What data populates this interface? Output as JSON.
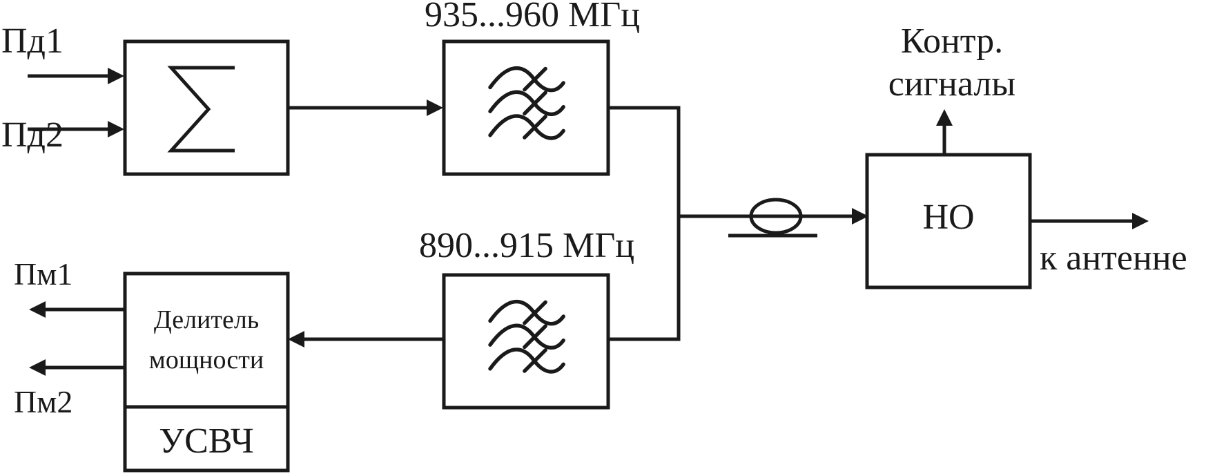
{
  "inputs": {
    "pd1": "Пд1",
    "pd2": "Пд2"
  },
  "outputs": {
    "pm1": "Пм1",
    "pm2": "Пм2"
  },
  "filters": {
    "tx_band": "935...960 МГц",
    "rx_band": "890...915 МГц"
  },
  "splitter": {
    "line1": "Делитель",
    "line2": "мощности"
  },
  "amplifier": {
    "label": "УСВЧ"
  },
  "coupler": {
    "label": "НО"
  },
  "control": {
    "line1": "Контр.",
    "line2": "сигналы"
  },
  "antenna": {
    "label": "к антенне"
  },
  "colors": {
    "line": "#1a1a1a",
    "background": "#ffffff"
  },
  "icons": [
    "summation-icon",
    "bandpass-filter-icon",
    "bandpass-filter-icon",
    "circulator-loop-icon"
  ]
}
